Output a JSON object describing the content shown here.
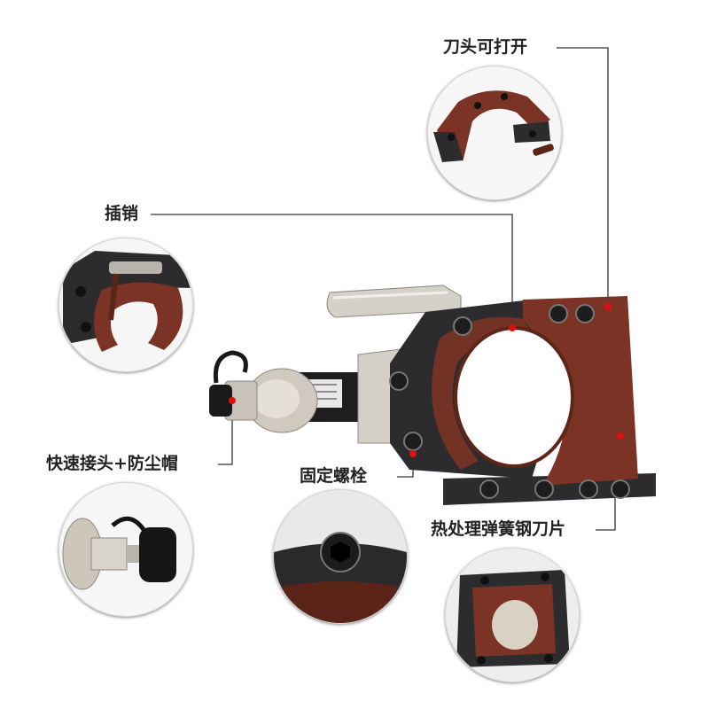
{
  "labels": {
    "head_open": "刀头可打开",
    "pin": "插销",
    "quick_connector": "快速接头+防尘帽",
    "fixing_bolt": "固定螺栓",
    "blade": "热处理弹簧钢刀片"
  },
  "colors": {
    "blade_brown": "#7a3324",
    "frame_dark": "#2c2c2e",
    "steel": "#c9c3b8",
    "callout_line": "#333333",
    "marker_red": "#e01010"
  },
  "icons": {
    "callout_marker": "red-dot-icon"
  }
}
